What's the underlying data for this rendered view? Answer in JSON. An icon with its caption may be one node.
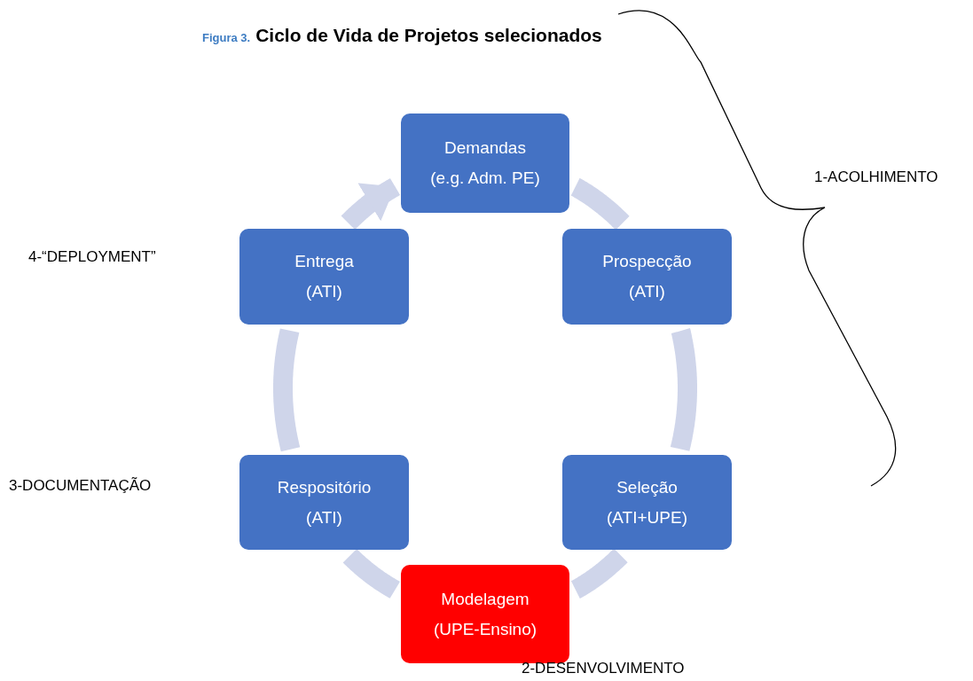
{
  "diagram": {
    "title": "Ciclo de Vida de Projetos selecionados",
    "nodes": [
      {
        "text": [
          "Demandas",
          "(e.g. Adm. PE)"
        ]
      },
      {
        "text": [
          "Prospecção",
          "(ATI)"
        ]
      },
      {
        "text": [
          "Seleção",
          "(ATI+UPE)"
        ]
      },
      {
        "text": [
          "Modelagem",
          "(UPE-Ensino)"
        ]
      },
      {
        "text": [
          "Respositório",
          "(ATI)"
        ]
      },
      {
        "text": [
          "Entrega",
          "(ATI)"
        ]
      }
    ],
    "edges": [
      {
        "from": 0,
        "to": 1,
        "arrow": "none"
      },
      {
        "from": 1,
        "to": 2,
        "arrow": "none"
      },
      {
        "from": 2,
        "to": 3,
        "arrow": "none"
      },
      {
        "from": 3,
        "to": 4,
        "arrow": "none"
      },
      {
        "from": 4,
        "to": 5,
        "arrow": "none"
      },
      {
        "from": 5,
        "to": 0,
        "arrow": "to"
      }
    ],
    "labels": [
      "Figura 3.",
      "1-ACOLHIMENTO",
      "4-“DEPLOYMENT”",
      "3-DOCUMENTAÇÃO",
      "2-DESENVOLVIMENTO"
    ]
  }
}
